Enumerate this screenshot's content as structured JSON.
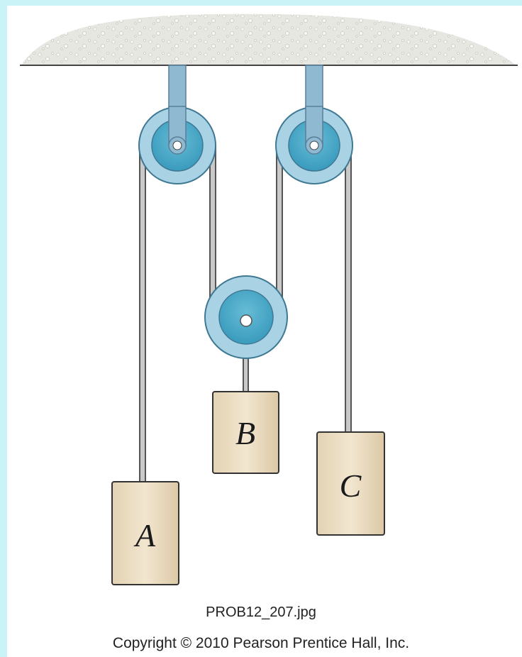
{
  "diagram": {
    "masses": [
      {
        "id": "A",
        "label": "A"
      },
      {
        "id": "B",
        "label": "B"
      },
      {
        "id": "C",
        "label": "C"
      }
    ]
  },
  "caption": {
    "filename": "PROB12_207.jpg",
    "copyright": "Copyright © 2010 Pearson Prentice Hall, Inc."
  }
}
